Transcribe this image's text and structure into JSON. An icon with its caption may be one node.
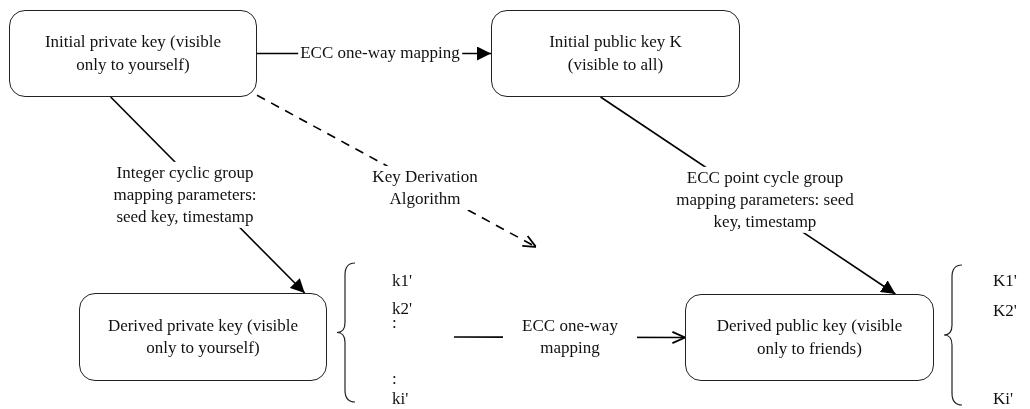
{
  "diagram": {
    "nodes": [
      {
        "text": [
          "Initial private key (visible only to yourself)"
        ]
      },
      {
        "text": [
          "Initial public key K (visible to all)"
        ]
      },
      {
        "text": [
          "Derived private key (visible only to yourself)"
        ],
        "beside": [
          "k1'",
          "k2'",
          ":",
          ":",
          "ki'"
        ]
      },
      {
        "text": [
          "Derived public key (visible only to friends)"
        ],
        "beside": [
          "K1'",
          "K2'",
          "Ki'"
        ]
      }
    ],
    "edges": [
      {
        "from": 0,
        "to": 1,
        "arrow": "to",
        "label": "ECC one-way mapping"
      },
      {
        "from": 0,
        "to": 2,
        "arrow": "to",
        "label": "Integer cyclic group mapping parameters: seed key, timestamp"
      },
      {
        "from": 1,
        "to": 3,
        "arrow": "to",
        "label": "ECC point cycle group mapping parameters: seed key, timestamp"
      },
      {
        "from": 0,
        "to": null,
        "arrow": "to",
        "label": "Key Derivation Algorithm",
        "style": "dashed"
      },
      {
        "from": null,
        "to": 3,
        "arrow": "to",
        "label": "ECC one-way mapping"
      }
    ]
  }
}
